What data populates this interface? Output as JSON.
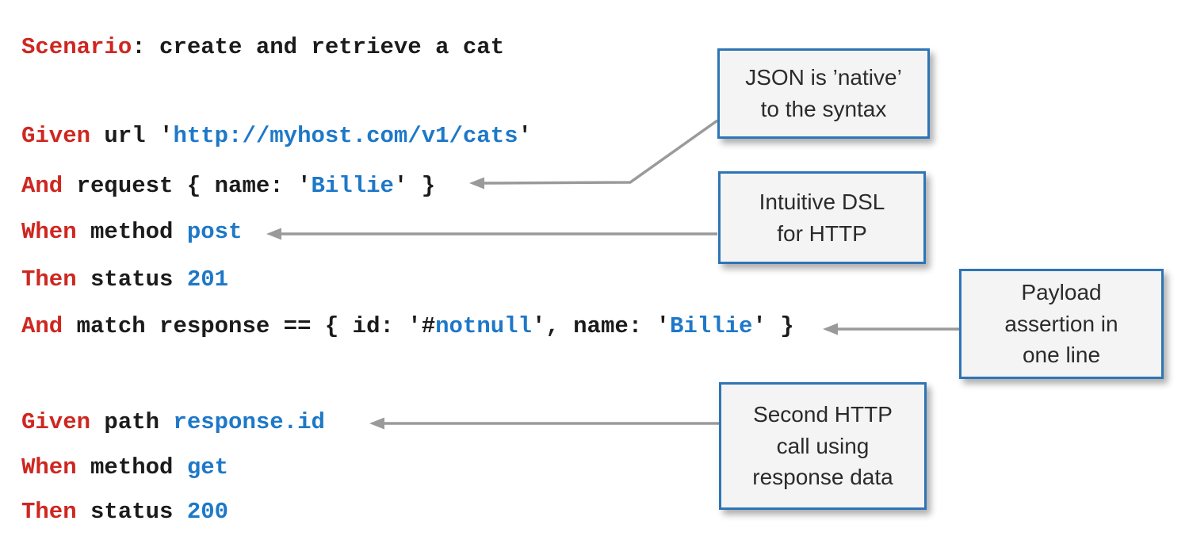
{
  "palette": {
    "keyword_red": "#ce2720",
    "literal_blue": "#1e78c8",
    "code_black": "#1b1b1b",
    "box_border_blue": "#2e75b6",
    "box_bg": "#f4f4f4",
    "box_text": "#2b2b2b",
    "arrow_gray": "#9a9a9a",
    "page_bg": "#ffffff"
  },
  "code": {
    "lines": [
      {
        "segments": [
          {
            "text": "Scenario",
            "style": "keyword"
          },
          {
            "text": ": create and retrieve a cat",
            "style": "plain"
          }
        ]
      },
      {
        "segments": [
          {
            "text": "Given",
            "style": "keyword"
          },
          {
            "text": " url '",
            "style": "plain"
          },
          {
            "text": "http://myhost.com/v1/cats",
            "style": "literal"
          },
          {
            "text": "'",
            "style": "plain"
          }
        ]
      },
      {
        "segments": [
          {
            "text": "And",
            "style": "keyword"
          },
          {
            "text": " request { name: '",
            "style": "plain"
          },
          {
            "text": "Billie",
            "style": "literal"
          },
          {
            "text": "' }",
            "style": "plain"
          }
        ]
      },
      {
        "segments": [
          {
            "text": "When",
            "style": "keyword"
          },
          {
            "text": " method ",
            "style": "plain"
          },
          {
            "text": "post",
            "style": "literal"
          }
        ]
      },
      {
        "segments": [
          {
            "text": "Then",
            "style": "keyword"
          },
          {
            "text": " status ",
            "style": "plain"
          },
          {
            "text": "201",
            "style": "literal"
          }
        ]
      },
      {
        "segments": [
          {
            "text": "And",
            "style": "keyword"
          },
          {
            "text": " match response == { id: '#",
            "style": "plain"
          },
          {
            "text": "notnull",
            "style": "literal"
          },
          {
            "text": "', name: '",
            "style": "plain"
          },
          {
            "text": "Billie",
            "style": "literal"
          },
          {
            "text": "' }",
            "style": "plain"
          }
        ]
      },
      {
        "segments": [
          {
            "text": "Given",
            "style": "keyword"
          },
          {
            "text": " path ",
            "style": "plain"
          },
          {
            "text": "response.id",
            "style": "literal"
          }
        ]
      },
      {
        "segments": [
          {
            "text": "When",
            "style": "keyword"
          },
          {
            "text": " method ",
            "style": "plain"
          },
          {
            "text": "get",
            "style": "literal"
          }
        ]
      },
      {
        "segments": [
          {
            "text": "Then",
            "style": "keyword"
          },
          {
            "text": " status ",
            "style": "plain"
          },
          {
            "text": "200",
            "style": "literal"
          }
        ]
      }
    ]
  },
  "callouts": [
    {
      "label": "JSON is ’native’\nto the syntax"
    },
    {
      "label": "Intuitive DSL\nfor HTTP"
    },
    {
      "label": "Payload\nassertion in\none line"
    },
    {
      "label": "Second HTTP\ncall using\nresponse data"
    }
  ],
  "connectors": [
    {
      "callout": 0,
      "code_line": 2
    },
    {
      "callout": 1,
      "code_line": 3
    },
    {
      "callout": 2,
      "code_line": 5
    },
    {
      "callout": 3,
      "code_line": 6
    }
  ]
}
